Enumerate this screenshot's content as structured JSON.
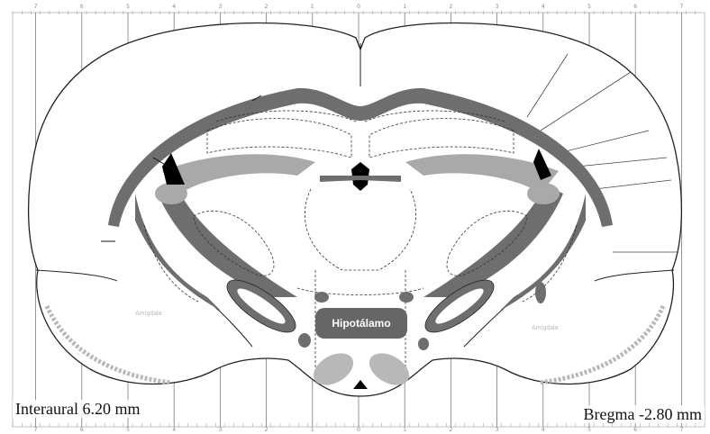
{
  "scale_ticks": [
    "7",
    "6",
    "5",
    "4",
    "3",
    "2",
    "1",
    "0",
    "1",
    "2",
    "3",
    "4",
    "5",
    "6",
    "7"
  ],
  "labels": {
    "hypothalamus": "Hipotálamo",
    "amygdala_left": "Amígdala",
    "amygdala_right": "Amígdala",
    "interaural": "Interaural 6.20 mm",
    "bregma": "Bregma -2.80 mm"
  },
  "colors": {
    "white_matter": "#6e6e6e",
    "hippocampus_light": "#a9a9a9",
    "ventricle": "#000000",
    "hypothalamus_fill": "#666666",
    "outline": "#222222",
    "grid": "#7a7a7a",
    "optic_tract_dots": "#b8b8b8"
  }
}
